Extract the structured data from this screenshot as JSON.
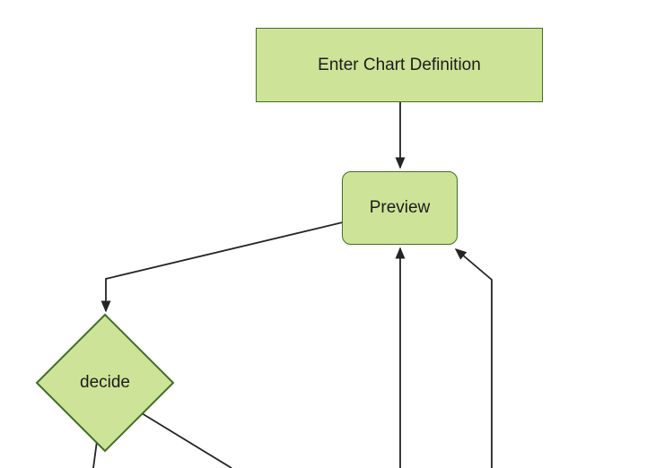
{
  "diagram": {
    "type": "flowchart",
    "background_color": "#ffffff",
    "node_fill": "#cde498",
    "node_border": "#416e28",
    "edge_color": "#242424",
    "text_color": "#1c1c1c",
    "nodes": [
      {
        "id": "enter-chart-definition",
        "label": "Enter Chart Definition",
        "shape": "rectangle"
      },
      {
        "id": "preview",
        "label": "Preview",
        "shape": "rounded-rectangle"
      },
      {
        "id": "decide",
        "label": "decide",
        "shape": "diamond"
      }
    ],
    "edges": [
      {
        "from": "enter-chart-definition",
        "to": "preview",
        "arrowhead": true
      },
      {
        "from": "preview",
        "to": "decide",
        "arrowhead": true
      },
      {
        "from": "offscreen-bottom",
        "to": "preview",
        "arrowhead": true
      },
      {
        "from": "offscreen-bottom-right",
        "to": "preview",
        "arrowhead": true
      },
      {
        "from": "decide",
        "to": "offscreen-bottom-right",
        "arrowhead": false
      },
      {
        "from": "decide",
        "to": "offscreen-bottom",
        "arrowhead": false
      }
    ]
  }
}
